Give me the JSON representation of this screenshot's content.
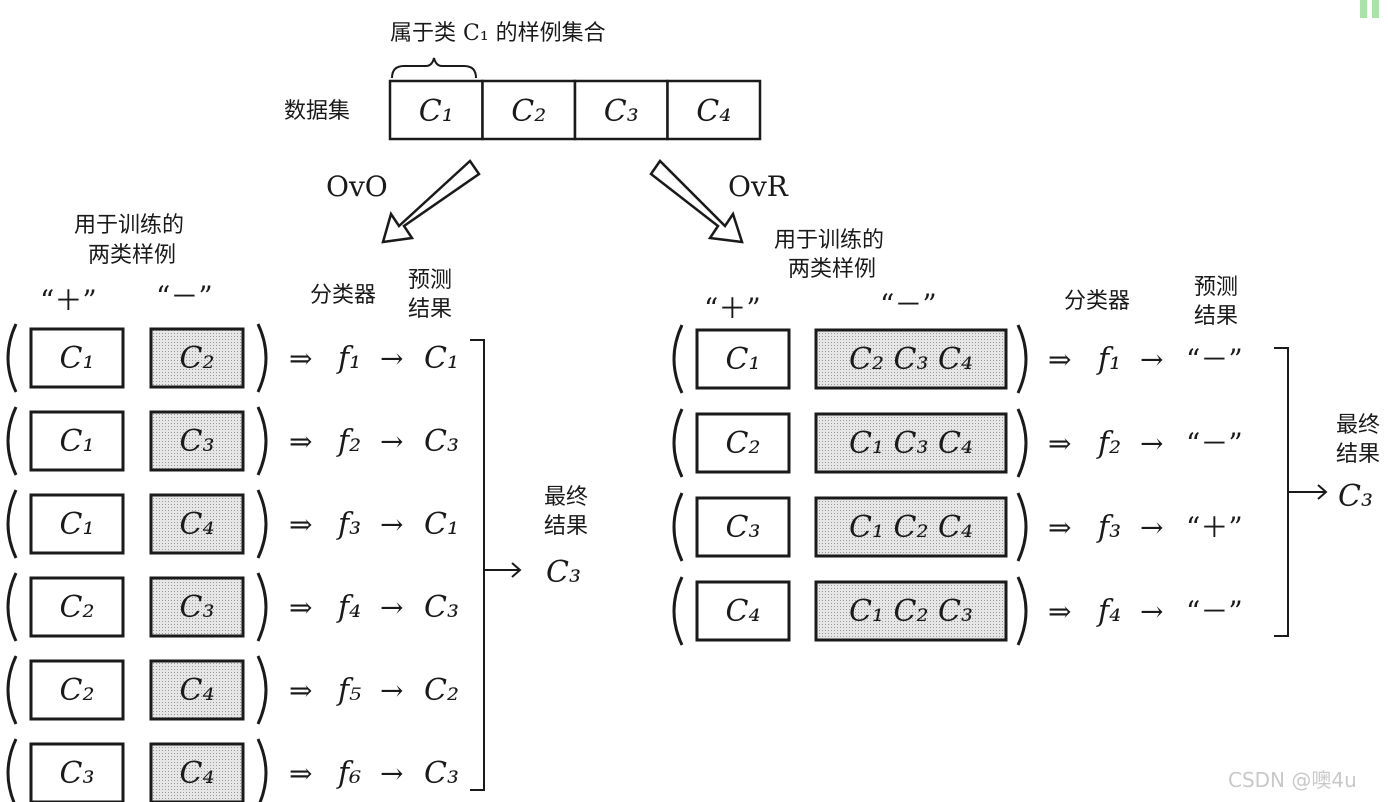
{
  "dataset": {
    "label": "数据集",
    "brace_label": "属于类 C₁ 的样例集合",
    "classes": [
      "C₁",
      "C₂",
      "C₃",
      "C₄"
    ]
  },
  "ovo": {
    "arrow_label": "OvO",
    "train_header": [
      "用于训练的",
      "两类样例"
    ],
    "plus_header": "“＋”",
    "minus_header": "“－”",
    "classifier_header": "分类器",
    "predict_header": [
      "预测",
      "结果"
    ],
    "rows": [
      {
        "pos": "C₁",
        "neg": "C₂",
        "clf": "f₁",
        "pred": "C₁"
      },
      {
        "pos": "C₁",
        "neg": "C₃",
        "clf": "f₂",
        "pred": "C₃"
      },
      {
        "pos": "C₁",
        "neg": "C₄",
        "clf": "f₃",
        "pred": "C₁"
      },
      {
        "pos": "C₂",
        "neg": "C₃",
        "clf": "f₄",
        "pred": "C₃"
      },
      {
        "pos": "C₂",
        "neg": "C₄",
        "clf": "f₅",
        "pred": "C₂"
      },
      {
        "pos": "C₃",
        "neg": "C₄",
        "clf": "f₆",
        "pred": "C₃"
      }
    ],
    "final_header": [
      "最终",
      "结果"
    ],
    "final_result": "C₃"
  },
  "ovr": {
    "arrow_label": "OvR",
    "train_header": [
      "用于训练的",
      "两类样例"
    ],
    "plus_header": "“＋”",
    "minus_header": "“－”",
    "classifier_header": "分类器",
    "predict_header": [
      "预测",
      "结果"
    ],
    "rows": [
      {
        "pos": "C₁",
        "neg": "C₂ C₃ C₄",
        "clf": "f₁",
        "pred": "“－”"
      },
      {
        "pos": "C₂",
        "neg": "C₁ C₃ C₄",
        "clf": "f₂",
        "pred": "“－”"
      },
      {
        "pos": "C₃",
        "neg": "C₁ C₂ C₄",
        "clf": "f₃",
        "pred": "“＋”"
      },
      {
        "pos": "C₄",
        "neg": "C₁ C₂ C₃",
        "clf": "f₄",
        "pred": "“－”"
      }
    ],
    "final_header": [
      "最终",
      "结果"
    ],
    "final_result": "C₃"
  },
  "symbols": {
    "implies": "⇒",
    "to": "→"
  },
  "watermark": "CSDN @噢4u",
  "colors": {
    "ink": "#1a1a1a",
    "negative_fill": "#dcdcdc",
    "positive_fill": "#ffffff",
    "accent_bar": "#a8e3a8"
  }
}
